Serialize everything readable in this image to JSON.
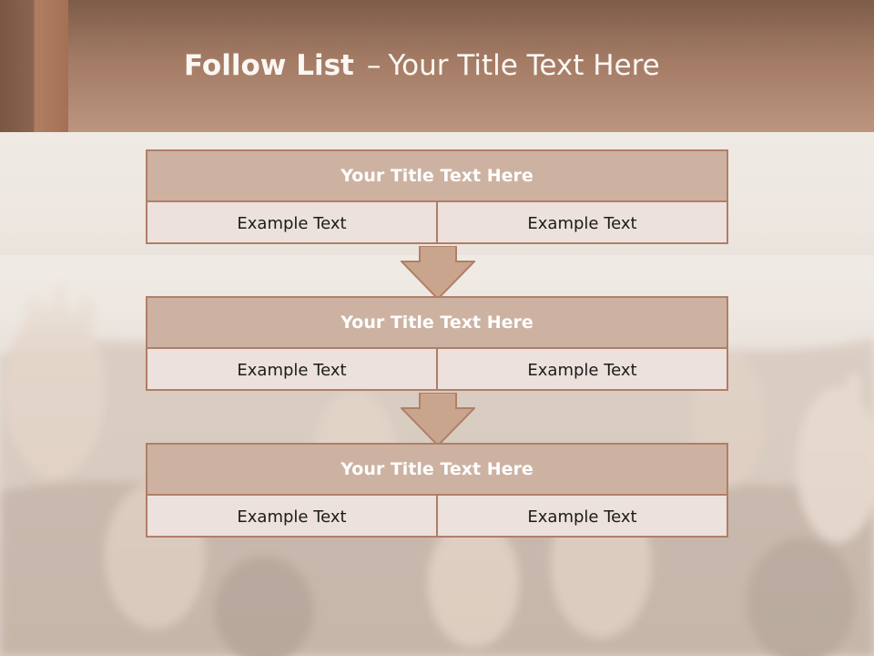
{
  "slide": {
    "title_bold": "Follow List",
    "title_dash": "–",
    "title_rest": "Your Title Text Here"
  },
  "boxes": [
    {
      "title": "Your Title Text Here",
      "left": "Example Text",
      "right": "Example Text"
    },
    {
      "title": "Your Title Text Here",
      "left": "Example Text",
      "right": "Example Text"
    },
    {
      "title": "Your Title Text Here",
      "left": "Example Text",
      "right": "Example Text"
    }
  ],
  "colors": {
    "header_brown": "#a37b65",
    "box_title_fill": "#cdb2a2",
    "box_body_fill": "#ece1dc",
    "border": "#b07f66",
    "arrow_fill": "#c9a58e"
  },
  "background_image": "crowd-raised-hands-photo"
}
